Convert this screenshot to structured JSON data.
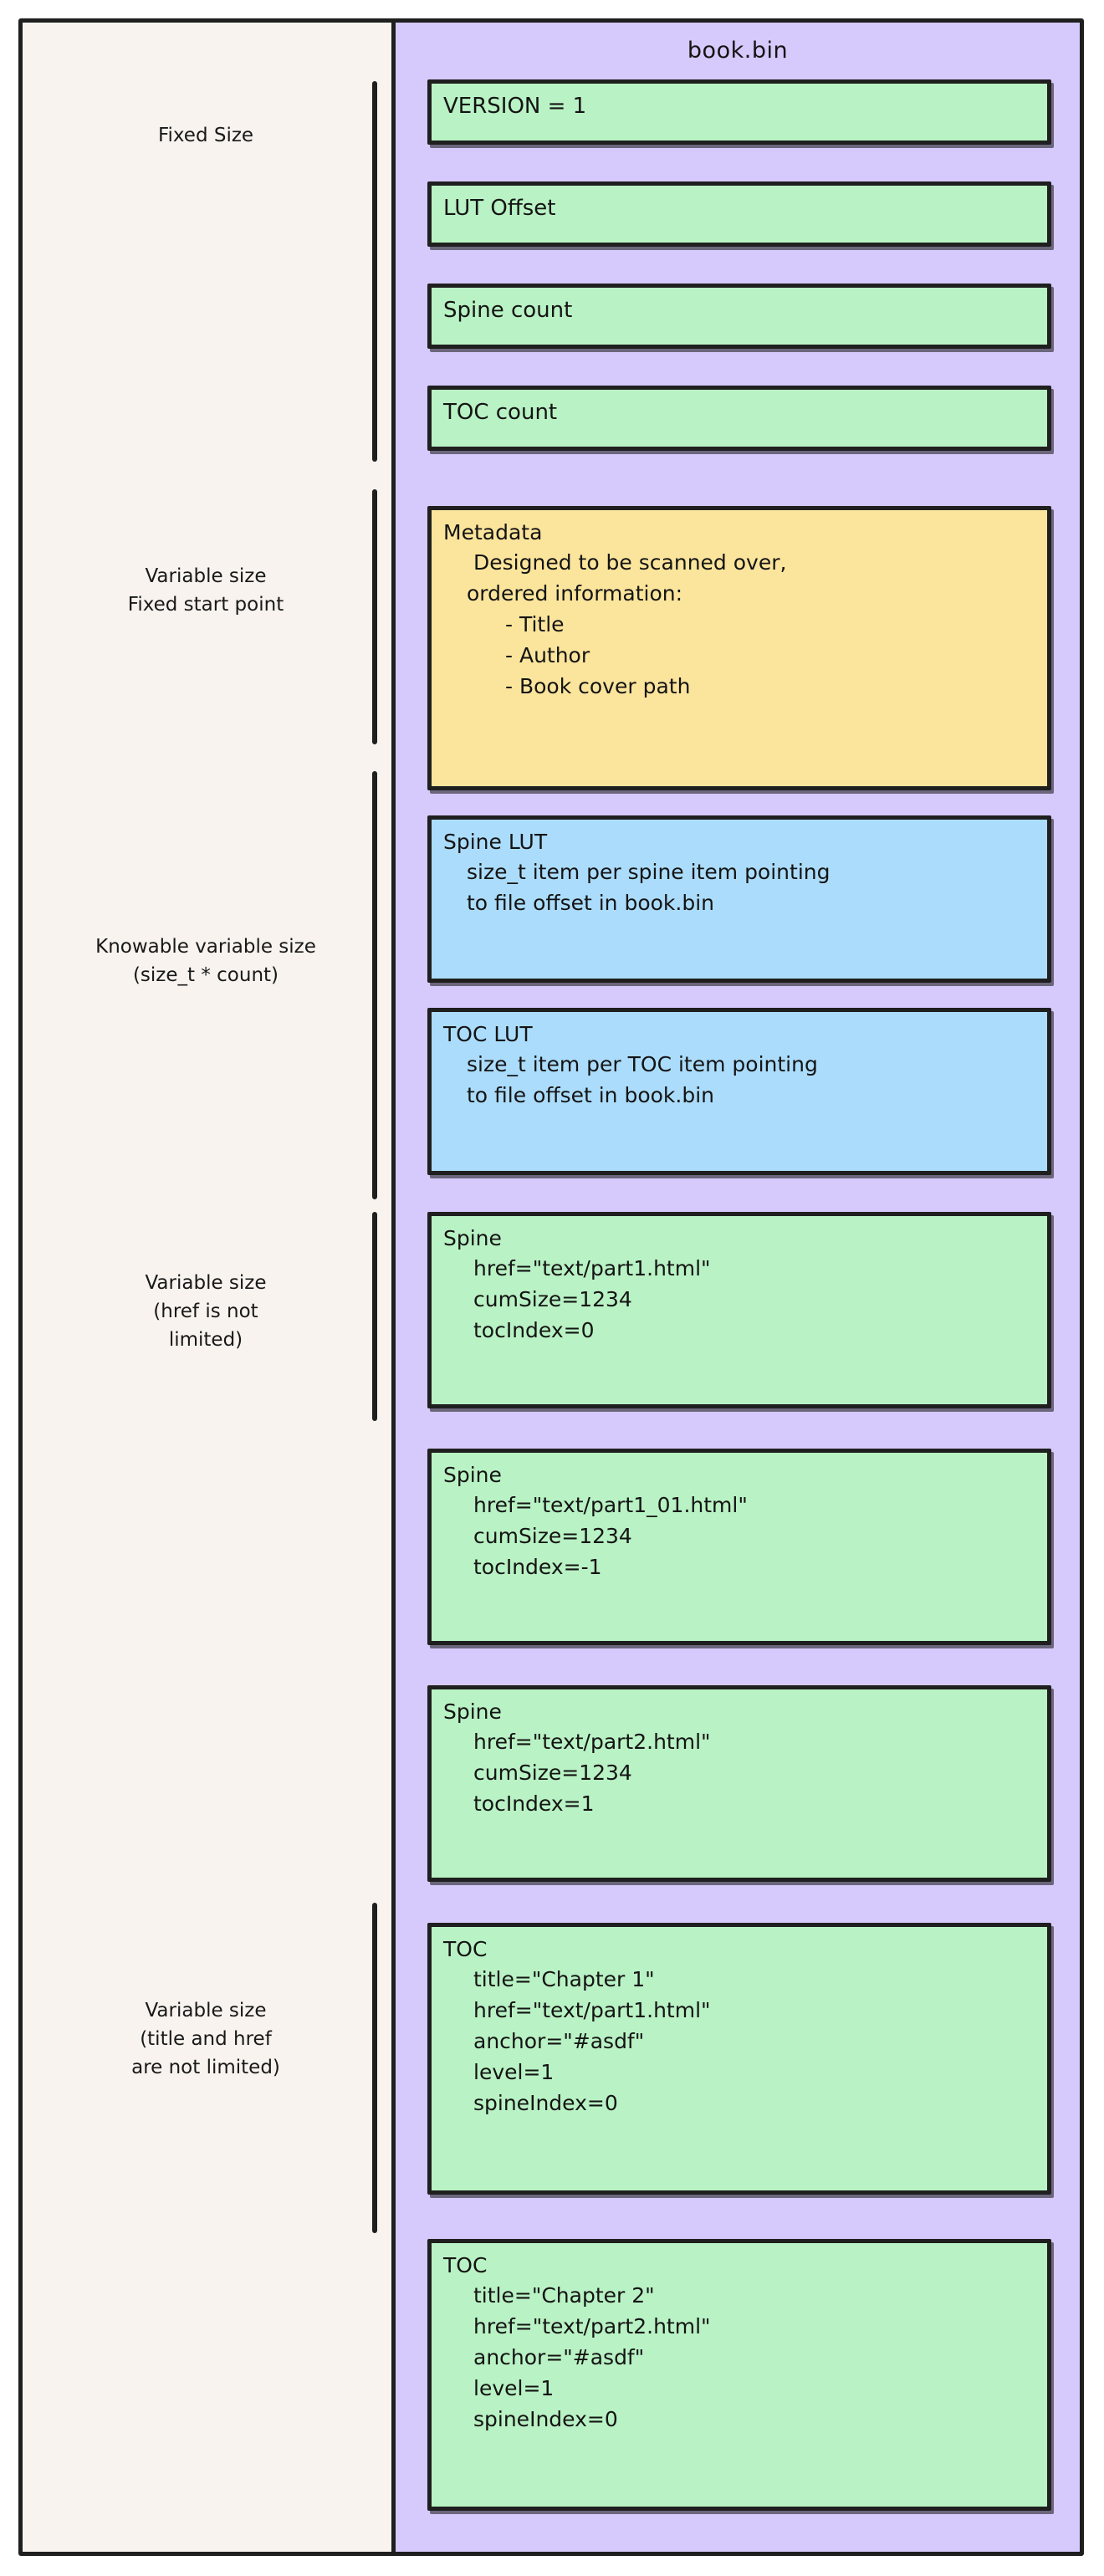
{
  "diagram": {
    "title": "book.bin",
    "colors": {
      "page_bg": "#ffffff",
      "frame_bg": "#f8f3ee",
      "panel_bg": "#d6c9fb",
      "green": "#b9f2c4",
      "yellow": "#fbe59c",
      "blue": "#abdcfb",
      "stroke": "#1f1f1f"
    },
    "left_notes": [
      {
        "text": "Fixed Size"
      },
      {
        "text": "Variable size\nFixed start point"
      },
      {
        "text": "Knowable variable size\n(size_t * count)"
      },
      {
        "text": "Variable size\n(href is not\nlimited)"
      },
      {
        "text": "Variable size\n(title and href\nare not limited)"
      }
    ],
    "sections": [
      {
        "id": "version",
        "color": "green",
        "title": "VERSION = 1",
        "lines": []
      },
      {
        "id": "lut-offset",
        "color": "green",
        "title": "LUT Offset",
        "lines": []
      },
      {
        "id": "spine-count",
        "color": "green",
        "title": "Spine count",
        "lines": []
      },
      {
        "id": "toc-count",
        "color": "green",
        "title": "TOC count",
        "lines": []
      },
      {
        "id": "metadata",
        "color": "yellow",
        "title": "Metadata",
        "lines": [
          "Designed to be scanned over,",
          "ordered information:"
        ],
        "sublines": [
          "- Title",
          "- Author",
          "- Book cover path"
        ]
      },
      {
        "id": "spine-lut",
        "color": "blue",
        "title": "Spine LUT",
        "lines": [
          "size_t item per spine item pointing",
          "to file offset in book.bin"
        ]
      },
      {
        "id": "toc-lut",
        "color": "blue",
        "title": "TOC LUT",
        "lines": [
          "size_t item per TOC item pointing",
          "to file offset in book.bin"
        ]
      },
      {
        "id": "spine-1",
        "color": "green",
        "title": "Spine",
        "lines": [
          "href=\"text/part1.html\"",
          "cumSize=1234",
          "tocIndex=0"
        ]
      },
      {
        "id": "spine-2",
        "color": "green",
        "title": "Spine",
        "lines": [
          "href=\"text/part1_01.html\"",
          "cumSize=1234",
          "tocIndex=-1"
        ]
      },
      {
        "id": "spine-3",
        "color": "green",
        "title": "Spine",
        "lines": [
          "href=\"text/part2.html\"",
          "cumSize=1234",
          "tocIndex=1"
        ]
      },
      {
        "id": "toc-1",
        "color": "green",
        "title": "TOC",
        "lines": [
          "title=\"Chapter 1\"",
          "href=\"text/part1.html\"",
          "anchor=\"#asdf\"",
          "level=1",
          "spineIndex=0"
        ]
      },
      {
        "id": "toc-2",
        "color": "green",
        "title": "TOC",
        "lines": [
          "title=\"Chapter 2\"",
          "href=\"text/part2.html\"",
          "anchor=\"#asdf\"",
          "level=1",
          "spineIndex=0"
        ]
      }
    ]
  }
}
